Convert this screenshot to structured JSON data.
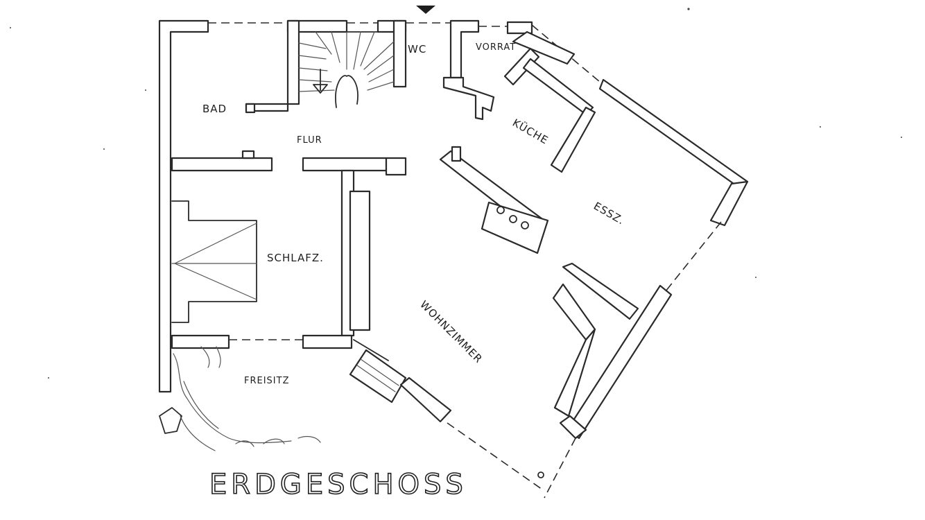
{
  "plan": {
    "title": "ERDGESCHOSS",
    "rooms": {
      "bad": "BAD",
      "wc": "WC",
      "vorrat": "VORRAT",
      "flur": "FLUR",
      "kueche": "KÜCHE",
      "essz": "ESSZ.",
      "schlafz": "SCHLAFZ.",
      "wohnzimmer": "WOHNZIMMER",
      "freisitz": "FREISITZ"
    }
  }
}
